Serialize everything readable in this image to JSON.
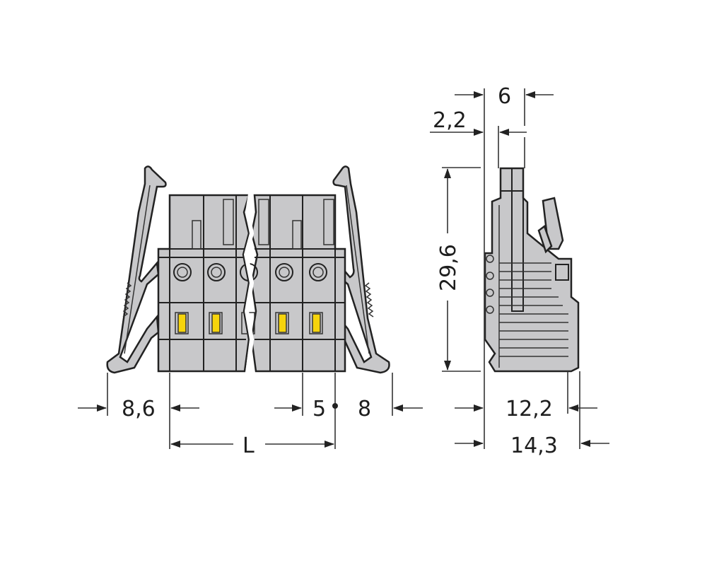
{
  "drawing": {
    "subject": "Female connector with locking levers, front and side view",
    "colors": {
      "housing": "#c8c8ca",
      "outline": "#222222",
      "contact_indicator": "#f6d40c",
      "background": "#ffffff"
    },
    "front_view": {
      "poles_visible": 5,
      "break_line": true,
      "dimensions": {
        "left_lever_offset": "8,6",
        "pitch": "5",
        "right_lever_offset": "8",
        "total_length": "L"
      }
    },
    "side_view": {
      "dimensions": {
        "top_width": "6",
        "top_offset": "2,2",
        "height": "29,6",
        "depth_body": "12,2",
        "depth_total": "14,3"
      }
    }
  }
}
